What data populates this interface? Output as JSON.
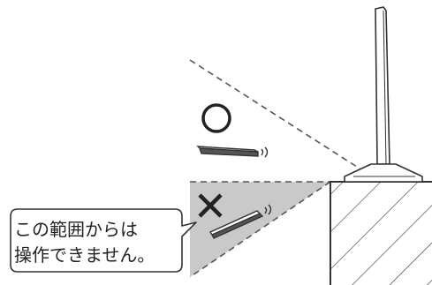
{
  "title": "",
  "colors": {
    "line": "#333333",
    "dashed": "#555555",
    "shaded_zone": "#c9c9c9",
    "background": "#ffffff"
  },
  "symbols": {
    "ok": "circle-mark",
    "ng": "cross-mark"
  },
  "callout": {
    "line1": "この範囲からは",
    "line2": "操作できません。"
  }
}
